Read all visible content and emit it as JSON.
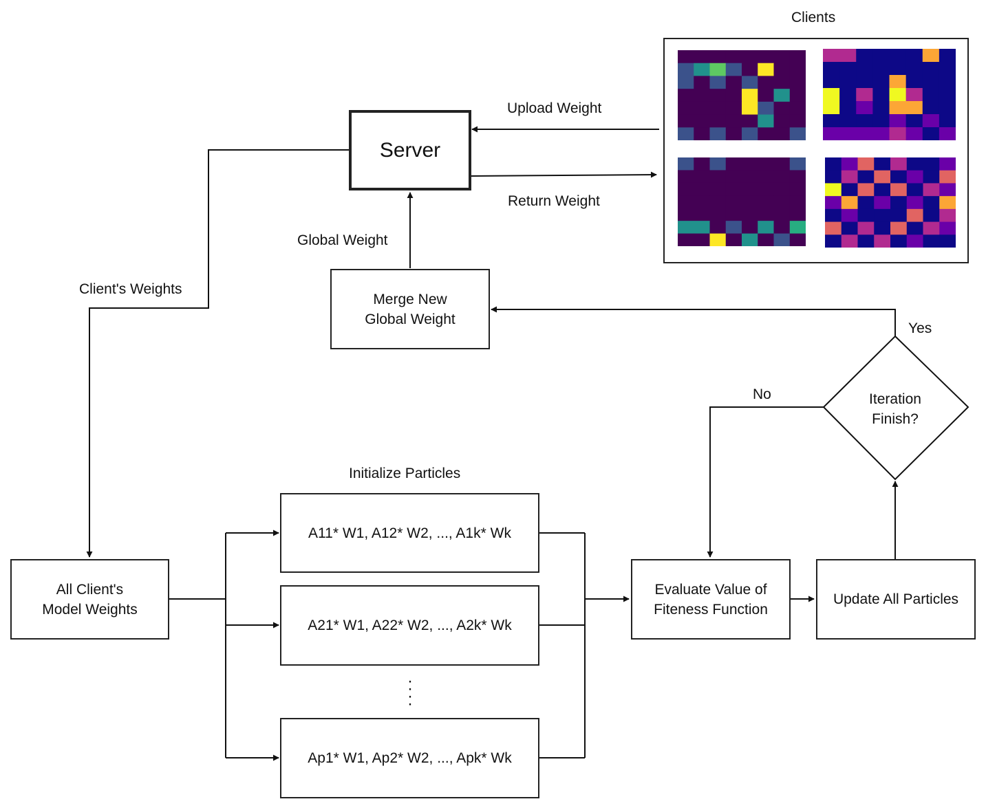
{
  "clients_title": "Clients",
  "server": "Server",
  "upload_weight": "Upload Weight",
  "return_weight": "Return Weight",
  "global_weight": "Global Weight",
  "clients_weights": "Client's Weights",
  "merge_box": "Merge New\nGlobal Weight",
  "yes": "Yes",
  "no": "No",
  "iteration_finish": "Iteration\nFinish?",
  "initialize_particles": "Initialize Particles",
  "all_clients_box": "All Client's\nModel Weights",
  "particles": [
    "A11* W1, A12* W2, ..., A1k* Wk",
    "A21* W1, A22* W2, ..., A2k* Wk",
    "Ap1* W1, Ap2* W2, ..., Apk* Wk"
  ],
  "evaluate_box": "Evaluate Value of\nFiteness Function",
  "update_box": "Update All Particles",
  "colors": {
    "viridis": [
      "#440154",
      "#3b528b",
      "#21918c",
      "#27ad81",
      "#5ec962",
      "#fde725"
    ],
    "plasma": [
      "#0d0887",
      "#6a00a8",
      "#b12a90",
      "#e16462",
      "#fca636",
      "#f0f921"
    ]
  },
  "heatmaps": [
    {
      "palette": "viridis",
      "rows": [
        [
          0,
          0,
          0,
          0,
          0,
          0,
          0,
          0
        ],
        [
          1,
          2,
          4,
          1,
          0,
          5,
          0,
          0
        ],
        [
          1,
          0,
          1,
          0,
          1,
          0,
          0,
          0
        ],
        [
          0,
          0,
          0,
          0,
          5,
          0,
          2,
          0
        ],
        [
          0,
          0,
          0,
          0,
          5,
          1,
          0,
          0
        ],
        [
          0,
          0,
          0,
          0,
          0,
          2,
          0,
          0
        ],
        [
          1,
          0,
          1,
          0,
          1,
          0,
          0,
          1
        ]
      ]
    },
    {
      "palette": "plasma",
      "rows": [
        [
          2,
          2,
          0,
          0,
          0,
          0,
          4,
          0
        ],
        [
          0,
          0,
          0,
          0,
          0,
          0,
          0,
          0
        ],
        [
          0,
          0,
          0,
          0,
          4,
          0,
          0,
          0
        ],
        [
          5,
          0,
          2,
          0,
          5,
          2,
          0,
          0
        ],
        [
          5,
          0,
          1,
          0,
          4,
          4,
          0,
          0
        ],
        [
          0,
          0,
          0,
          0,
          1,
          0,
          1,
          0
        ],
        [
          1,
          1,
          1,
          1,
          2,
          1,
          0,
          1
        ]
      ]
    },
    {
      "palette": "viridis",
      "rows": [
        [
          1,
          0,
          1,
          0,
          0,
          0,
          0,
          1
        ],
        [
          0,
          0,
          0,
          0,
          0,
          0,
          0,
          0
        ],
        [
          0,
          0,
          0,
          0,
          0,
          0,
          0,
          0
        ],
        [
          0,
          0,
          0,
          0,
          0,
          0,
          0,
          0
        ],
        [
          0,
          0,
          0,
          0,
          0,
          0,
          0,
          0
        ],
        [
          2,
          2,
          0,
          1,
          0,
          2,
          0,
          3
        ],
        [
          0,
          0,
          5,
          0,
          2,
          0,
          1,
          0
        ]
      ]
    },
    {
      "palette": "plasma",
      "rows": [
        [
          0,
          1,
          3,
          0,
          2,
          0,
          0,
          1
        ],
        [
          0,
          2,
          0,
          3,
          0,
          1,
          0,
          3
        ],
        [
          5,
          0,
          3,
          0,
          3,
          0,
          2,
          1
        ],
        [
          1,
          4,
          0,
          1,
          0,
          1,
          0,
          4
        ],
        [
          0,
          1,
          0,
          0,
          0,
          3,
          0,
          2
        ],
        [
          3,
          0,
          2,
          0,
          3,
          0,
          2,
          1
        ],
        [
          0,
          2,
          0,
          2,
          0,
          1,
          0,
          0
        ]
      ]
    }
  ]
}
